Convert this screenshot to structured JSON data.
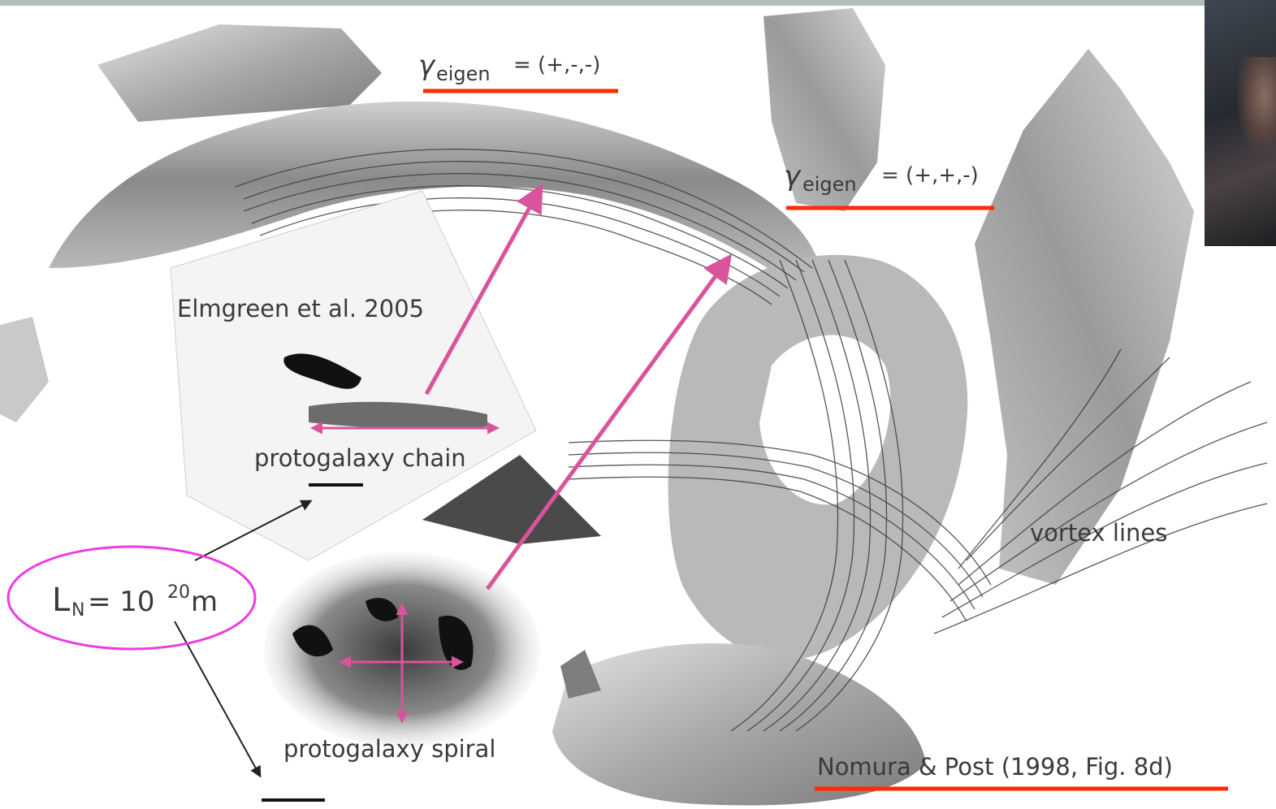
{
  "labels": {
    "gamma_symbol": "γ",
    "gamma_sub": "eigen",
    "gamma_1_value": "= (+,-,-)",
    "gamma_2_value": "= (+,+,-)",
    "elmgreen": "Elmgreen et al. 2005",
    "chain": "protogalaxy chain",
    "spiral": "protogalaxy spiral",
    "vortex": "vortex lines",
    "nomura": "Nomura & Post (1998, Fig. 8d)",
    "ln_main": "L",
    "ln_sub": "N",
    "ln_eq": " = 10",
    "ln_exp": "20",
    "ln_unit": " m"
  },
  "colors": {
    "underline": "#ff2a00",
    "arrow": "#d9549a",
    "ellipse": "#ee3be0",
    "surface": "#a9a9a9",
    "vortex": "#3c3c3c",
    "topbar": "#b3bcbf"
  }
}
